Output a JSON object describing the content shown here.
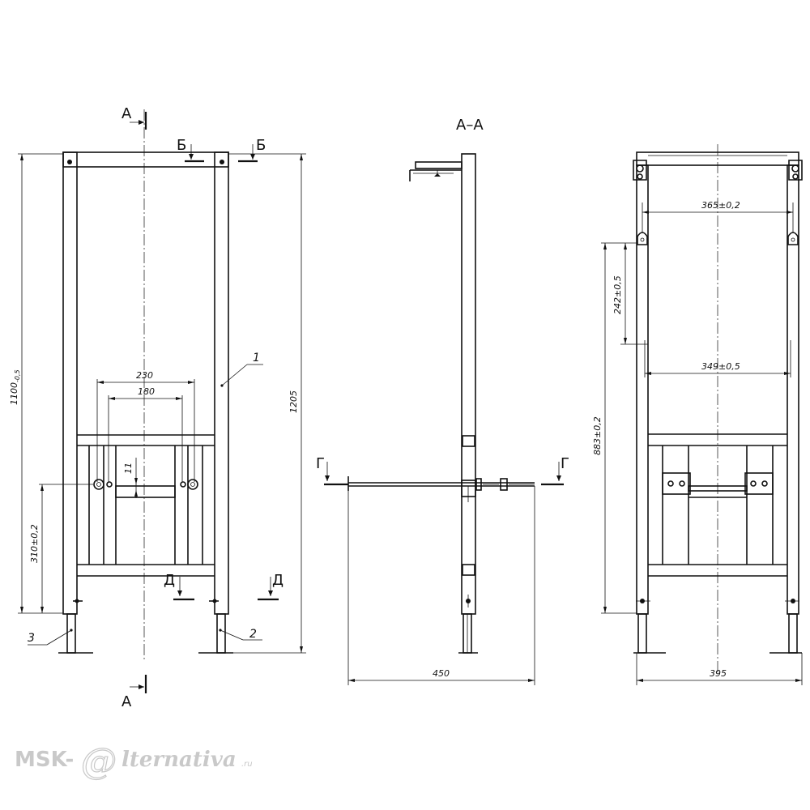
{
  "views": {
    "front": {
      "section_marks": {
        "a_top": "А",
        "a_bottom": "А",
        "b_left": "Б",
        "b_right": "Б",
        "d_left": "Д",
        "d_right": "Д"
      },
      "dimensions": {
        "width_outer": "230",
        "width_inner": "180",
        "offset_small": "11",
        "pipe_height": "310±0,2",
        "height_frame": "1100",
        "height_frame_tol": "-0,5",
        "height_total": "1205"
      },
      "callouts": {
        "frame": "1",
        "foot_right": "2",
        "foot_left": "3"
      }
    },
    "section": {
      "title": "А–А",
      "section_marks": {
        "g_left": "Г",
        "g_right": "Г"
      },
      "dimensions": {
        "depth": "450"
      }
    },
    "side": {
      "dimensions": {
        "top_spacing": "365±0,2",
        "vertical_spacing": "242±0,5",
        "middle_spacing": "349±0,5",
        "mount_height": "883±0,2",
        "width": "395"
      }
    }
  },
  "watermark": {
    "prefix": "MSK-",
    "symbol": "@",
    "word": "lternativa",
    "suffix": ".ru"
  }
}
